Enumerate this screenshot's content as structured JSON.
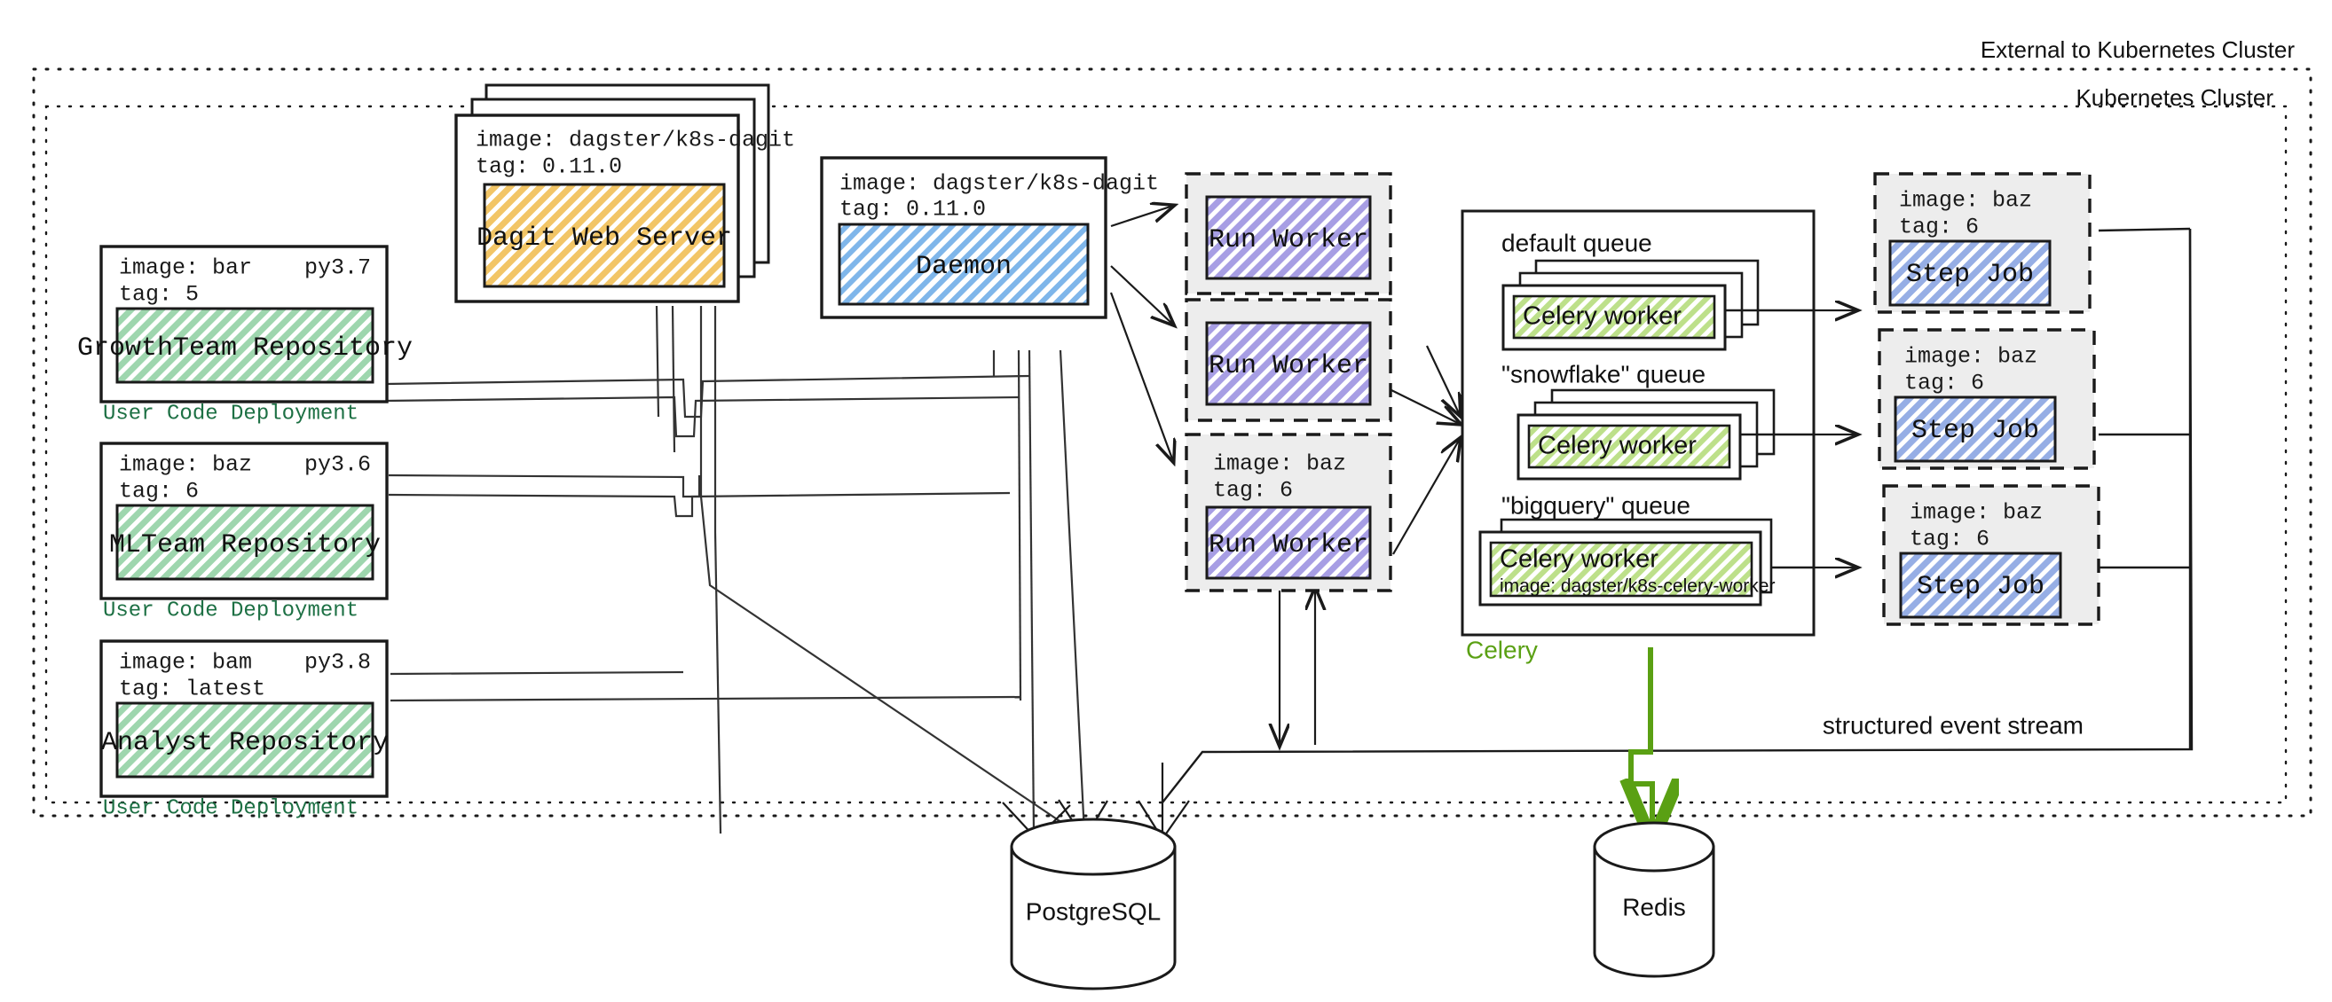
{
  "boundaries": {
    "external_label": "External to Kubernetes Cluster",
    "cluster_label": "Kubernetes Cluster",
    "event_stream_label": "structured event stream"
  },
  "user_code_deployments": [
    {
      "image_line": "image: bar",
      "tag_line": "tag: 5",
      "python_tag": "py3.7",
      "repository": "GrowthTeam Repository",
      "caption": "User Code Deployment"
    },
    {
      "image_line": "image: baz",
      "tag_line": "tag: 6",
      "python_tag": "py3.6",
      "repository": "MLTeam Repository",
      "caption": "User Code Deployment"
    },
    {
      "image_line": "image: bam",
      "tag_line": "tag: latest",
      "python_tag": "py3.8",
      "repository": "Analyst Repository",
      "caption": "User Code Deployment"
    }
  ],
  "dagit": {
    "image_line": "image: dagster/k8s-dagit",
    "tag_line": "tag: 0.11.0",
    "label": "Dagit Web Server"
  },
  "daemon": {
    "image_line": "image: dagster/k8s-dagit",
    "tag_line": "tag: 0.11.0",
    "label": "Daemon"
  },
  "run_workers": [
    {
      "label": "Run Worker",
      "image_line": "",
      "tag_line": ""
    },
    {
      "label": "Run Worker",
      "image_line": "",
      "tag_line": ""
    },
    {
      "label": "Run Worker",
      "image_line": "image: baz",
      "tag_line": "tag: 6"
    }
  ],
  "celery": {
    "tag": "Celery",
    "queues": [
      {
        "name": "default queue",
        "worker_label": "Celery worker",
        "worker_image": "",
        "stacked": true
      },
      {
        "name": "\"snowflake\" queue",
        "worker_label": "Celery worker",
        "worker_image": "",
        "stacked": true
      },
      {
        "name": "\"bigquery\" queue",
        "worker_label": "Celery worker",
        "worker_image": "image: dagster/k8s-celery-worker",
        "stacked": true
      }
    ]
  },
  "step_jobs": [
    {
      "image_line": "image: baz",
      "tag_line": "tag: 6",
      "label": "Step Job"
    },
    {
      "image_line": "image: baz",
      "tag_line": "tag: 6",
      "label": "Step Job"
    },
    {
      "image_line": "image: baz",
      "tag_line": "tag: 6",
      "label": "Step Job"
    }
  ],
  "databases": [
    {
      "label": "PostgreSQL"
    },
    {
      "label": "Redis"
    }
  ],
  "colors": {
    "repo_green": "#b7e1c0",
    "dagit_orange": "#f6d18b",
    "daemon_blue": "#9fc8ef",
    "run_worker_purple": "#b9b3e8",
    "step_job_blue": "#a8bce9",
    "celery_worker_green": "#cbe8a0",
    "pod_grey": "#ededed",
    "celery_accent": "#5aa013",
    "ucd_accent": "#1d7044",
    "stroke": "#222222"
  }
}
